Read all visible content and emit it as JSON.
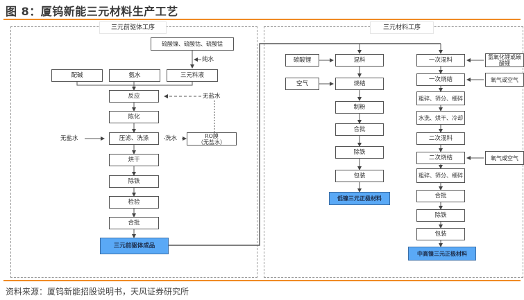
{
  "figure": {
    "title": "图 8：厦钨新能三元材料生产工艺",
    "source": "资料来源：厦钨新能招股说明书，天风证券研究所",
    "accent_color": "#f08a24",
    "final_product_color": "#5aa9f6"
  },
  "precursor": {
    "section_label": "三元前驱体工序",
    "inputs": {
      "sulfates": "硫酸镍、硫酸钴、硫酸锰",
      "pure_water": "纯水",
      "alkali": "配碱",
      "ammonia": "氨水",
      "ternary_solution": "三元料液",
      "desalted_water_top": "无盐水",
      "desalted_water_left": "无盐水",
      "wash_water": "洗水",
      "ro_membrane": "RO膜\n（无盐水）"
    },
    "steps": [
      "反应",
      "陈化",
      "压滤、洗涤",
      "烘干",
      "除铁",
      "检验",
      "合批"
    ],
    "product": "三元前驱体成品"
  },
  "material": {
    "section_label": "三元材料工序",
    "low_nickel": {
      "inputs": [
        "碳酸锂",
        "空气"
      ],
      "steps": [
        "混料",
        "烧结",
        "制粉",
        "合批",
        "除铁",
        "包装"
      ],
      "product": "低镍三元正极材料"
    },
    "high_nickel": {
      "inputs": [
        "氢氧化锂或碳酸锂",
        "氧气或空气",
        "氧气或空气"
      ],
      "steps": [
        "一次混料",
        "一次烧结",
        "粗碎、筛分、细碎",
        "水洗、烘干、冷却",
        "二次混料",
        "二次烧结",
        "粗碎、筛分、细碎",
        "合批",
        "除铁",
        "包装"
      ],
      "product": "中高镍三元正极材料"
    }
  }
}
